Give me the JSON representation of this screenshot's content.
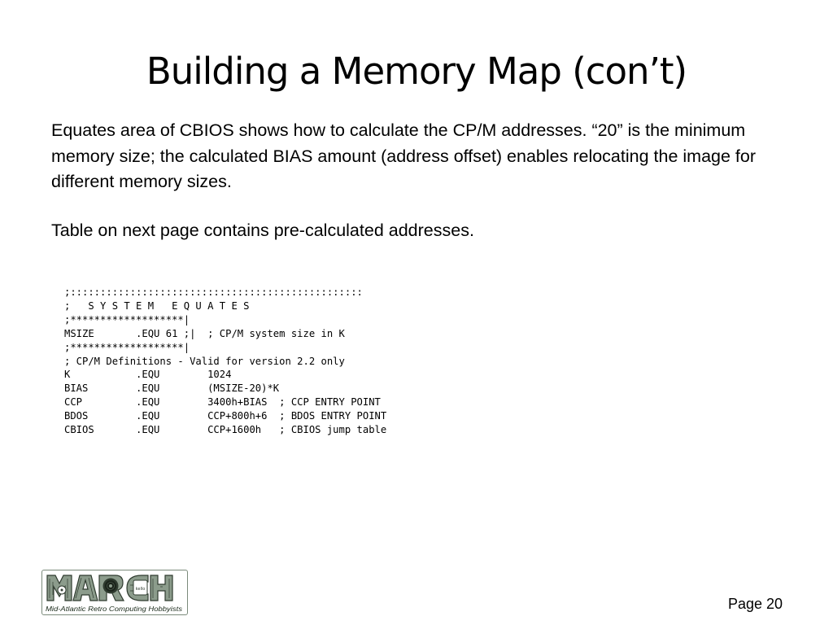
{
  "slide": {
    "title": "Building a Memory Map (con’t)",
    "paragraphs": [
      "Equates area of CBIOS shows how to calculate the CP/M addresses. “20” is the minimum memory size; the calculated BIAS amount (address offset) enables relocating the image for different memory sizes.",
      "Table on next page contains pre-calculated addresses."
    ],
    "code_lines": [
      ";:::::::::::::::::::::::::::::::::::::::::::::::::",
      ";   S Y S T E M   E Q U A T E S",
      ";*******************|",
      "MSIZE       .EQU 61 ;|  ; CP/M system size in K",
      ";*******************|",
      "; CP/M Definitions - Valid for version 2.2 only",
      "K           .EQU        1024",
      "BIAS        .EQU        (MSIZE-20)*K",
      "CCP         .EQU        3400h+BIAS  ; CCP ENTRY POINT",
      "BDOS        .EQU        CCP+800h+6  ; BDOS ENTRY POINT",
      "CBIOS       .EQU        CCP+1600h   ; CBIOS jump table"
    ],
    "page_number": "Page 20"
  },
  "logo": {
    "wordmark": "MARCH",
    "tagline": "Mid-Atlantic Retro Computing Hobbyists",
    "chip_text": "kello",
    "colors": {
      "letters": "#8c9c8c",
      "letter_outline": "#2f3b2f",
      "border": "#7a8a7a",
      "tagline": "#1a2a1a"
    }
  }
}
